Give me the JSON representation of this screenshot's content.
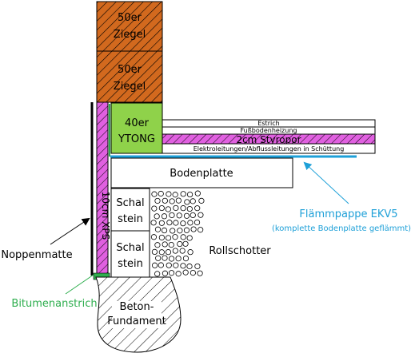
{
  "labels": {
    "brick_top_1": "50er",
    "brick_top_2": "Ziegel",
    "brick_bottom_1": "50er",
    "brick_bottom_2": "Ziegel",
    "ytong_1": "40er",
    "ytong_2": "YTONG",
    "estrich": "Estrich",
    "fussbodenheizung": "Fußbodenheizung",
    "styropor": "2cm Styropor",
    "schuettung": "Elektroleitungen/Abflussleitungen in Schüttung",
    "bodenplatte": "Bodenplatte",
    "xps": "10cm XPS",
    "schalstein1_1": "Schal",
    "schalstein1_2": "stein",
    "schalstein2_1": "Schal",
    "schalstein2_2": "stein",
    "rollschotter": "Rollschotter",
    "flaemmpappe": "Flämmpappe EKV5",
    "flaemmpappe_note": "(komplette Bodenplatte geflämmt)",
    "noppenmatte": "Noppenmatte",
    "bitumenanstrich": "Bitumenanstrich",
    "fundament_1": "Beton-",
    "fundament_2": "Fundament"
  },
  "colors": {
    "brick": "#d2691e",
    "ytong": "#8fd24a",
    "xps_hatch": "#e060e0",
    "styropor": "#e060e0",
    "flaemmpappe": "#1ea0d8",
    "bitumen": "#2eae4e",
    "outline": "#000000"
  }
}
